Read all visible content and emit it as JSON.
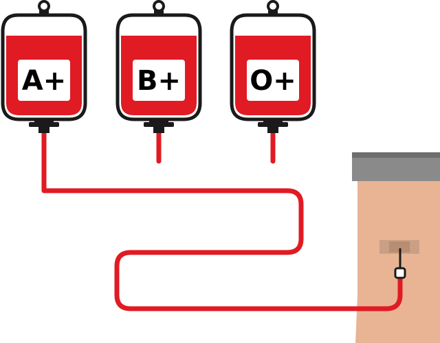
{
  "bags": [
    {
      "label": "A+",
      "connected": true
    },
    {
      "label": "B+",
      "connected": false
    },
    {
      "label": "O+",
      "connected": false
    }
  ],
  "colors": {
    "blood": "#e01b24",
    "outline": "#1a1a1a",
    "bag_body": "#ffffff",
    "skin": "#e9b494",
    "sleeve": "#8a8a8a",
    "bandage": "#c9a085"
  },
  "icons": [
    "blood-bag-icon",
    "iv-tube-icon",
    "arm-icon",
    "catheter-icon",
    "bandage-icon"
  ]
}
